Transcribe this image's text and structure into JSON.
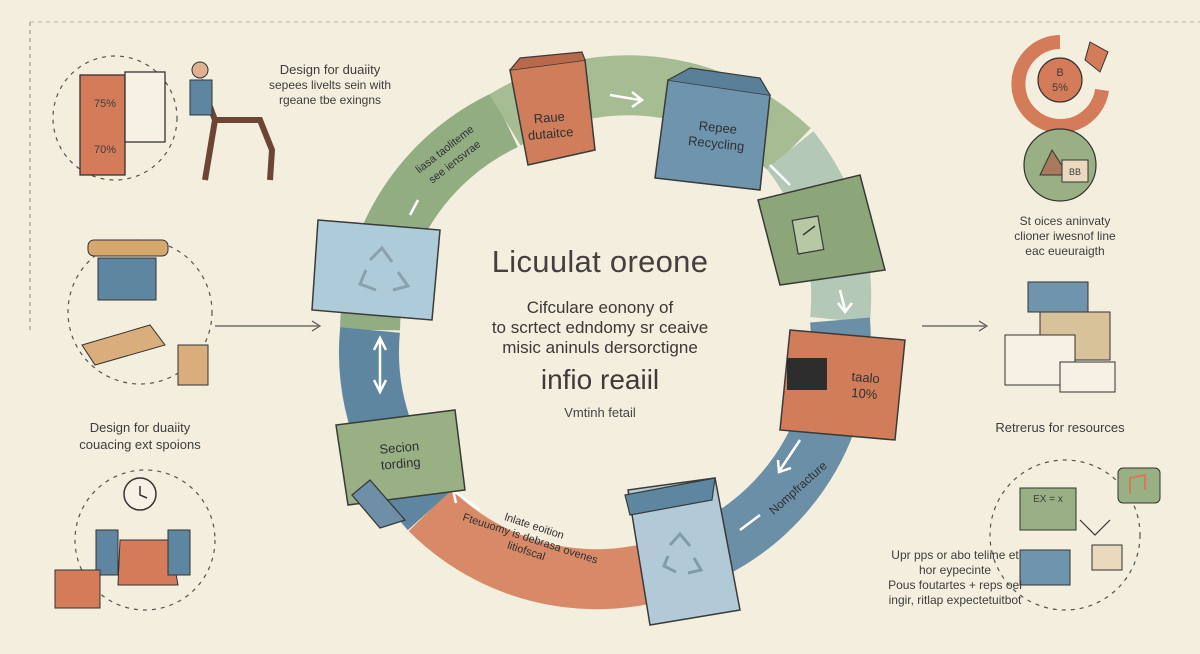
{
  "center": {
    "title": "Licuulat oreone",
    "subtitle_lines": [
      "Cifculare eonony of",
      "to scrtect edndomy sr ceaive",
      "misic aninuls dersorctigne"
    ],
    "info": "infio reaiil",
    "small": "Vmtinh fetail"
  },
  "cycle_labels": {
    "top": "Raue\ndutaitce",
    "top_right": "Repee\nRecycling",
    "right_box": "taalo\n10%",
    "bottom_left": "Secion\ntording",
    "ring_upper_left": "liasa taoliteme\nsee iensvrae",
    "ring_bottom": "lnlate eoition\nFteuuomy is debrasa ovenes\nlitiofscal",
    "ring_right": "Nompfracture"
  },
  "left_panels": {
    "top_text": [
      "Design for duaiity",
      "sepees livelts sein with",
      "rgeane tbe exingns"
    ],
    "top_labels": [
      "75%",
      "70%"
    ],
    "middle_text": [
      "Design for duaiity",
      "couacing ext spoions"
    ]
  },
  "right_panels": {
    "top_pie_label": "B\n5%",
    "house_label": "BB",
    "top_text": [
      "St oices aninvaty",
      "clioner iwesnof line",
      "eac eueuraigth"
    ],
    "middle_text": "Retrerus for resources",
    "bottom_text": [
      "Upr pps or abo teliine et",
      "hor eypecinte",
      "Pous foutartes + reps oel",
      "ingir, ritlap expectetuitbot"
    ],
    "screen_label": "EX = x"
  },
  "colors": {
    "background": "#f3eedd",
    "green": "#93ad82",
    "blue": "#5f86a0",
    "orange": "#d6805e",
    "light_blue": "#a9c3d3",
    "dark_text": "#3c3c3c"
  }
}
